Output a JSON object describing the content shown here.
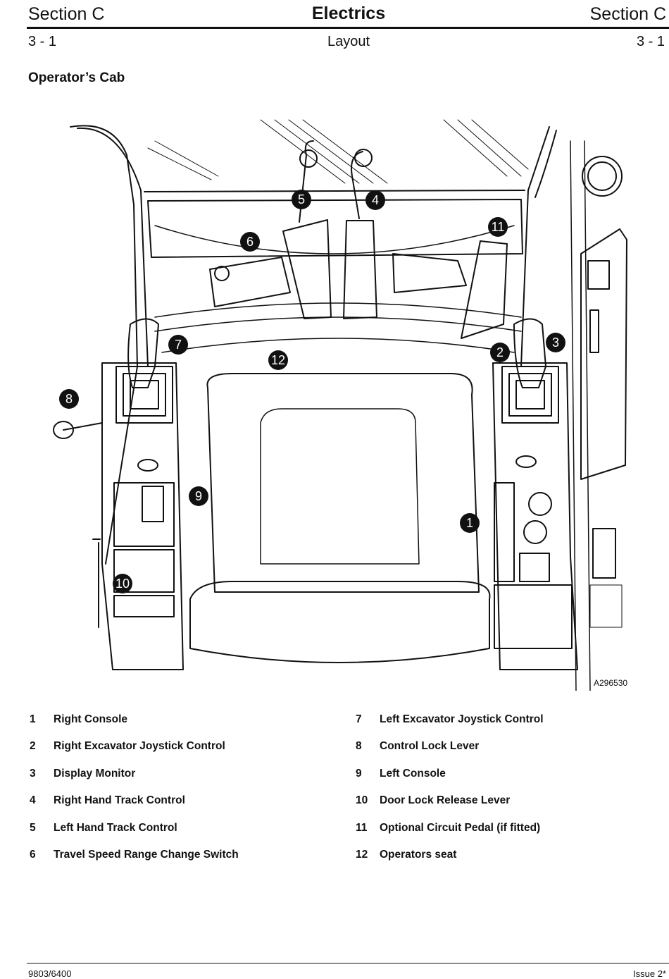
{
  "header": {
    "section_left": "Section C",
    "title": "Electrics",
    "section_right": "Section C",
    "page_left": "3 - 1",
    "subtitle": "Layout",
    "page_right": "3 - 1"
  },
  "heading": "Operator’s Cab",
  "figure": {
    "id": "A296530",
    "callouts": [
      "1",
      "2",
      "3",
      "4",
      "5",
      "6",
      "7",
      "8",
      "9",
      "10",
      "11",
      "12"
    ]
  },
  "legend_left": [
    {
      "num": "1",
      "label": "Right Console"
    },
    {
      "num": "2",
      "label": "Right Excavator Joystick Control"
    },
    {
      "num": "3",
      "label": "Display Monitor"
    },
    {
      "num": "4",
      "label": "Right Hand Track Control"
    },
    {
      "num": "5",
      "label": "Left Hand Track Control"
    },
    {
      "num": "6",
      "label": "Travel Speed Range Change Switch"
    }
  ],
  "legend_right": [
    {
      "num": "7",
      "label": "Left Excavator Joystick Control"
    },
    {
      "num": "8",
      "label": "Control Lock Lever"
    },
    {
      "num": "9",
      "label": "Left Console"
    },
    {
      "num": "10",
      "label": "Door Lock Release Lever"
    },
    {
      "num": "11",
      "label": "Optional Circuit Pedal (if fitted)"
    },
    {
      "num": "12",
      "label": "Operators seat"
    }
  ],
  "footer": {
    "doc_number": "9803/6400",
    "issue": "Issue 2*"
  }
}
